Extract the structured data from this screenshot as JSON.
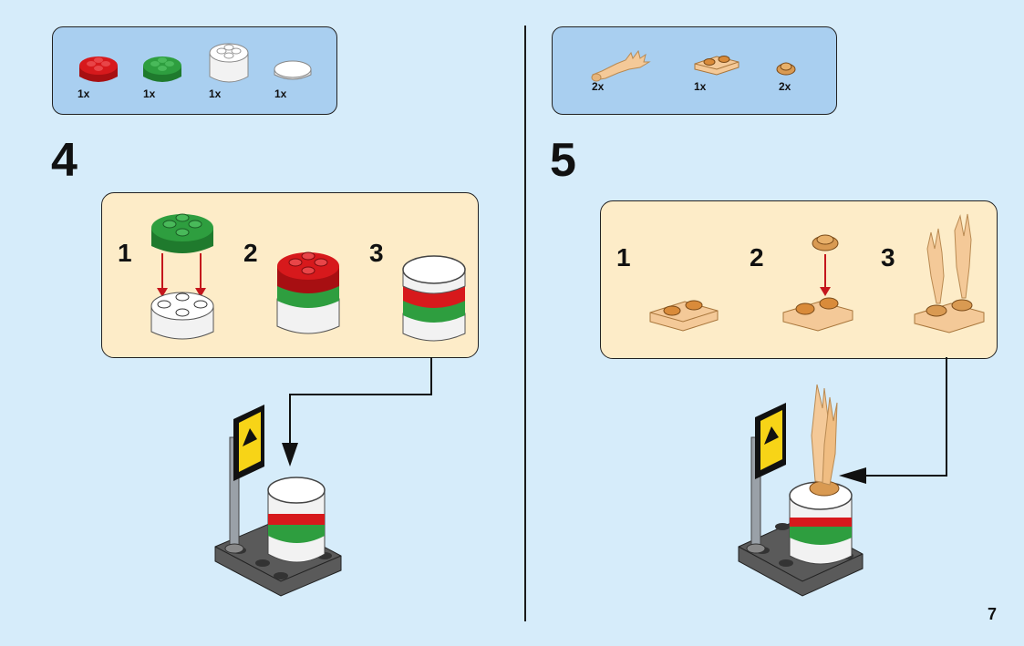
{
  "left_parts": [
    {
      "name": "red-round-brick",
      "color": "#d7191c",
      "qty": "1x"
    },
    {
      "name": "green-round-brick",
      "color": "#2e9e3f",
      "qty": "1x"
    },
    {
      "name": "white-round-brick",
      "color": "#ffffff",
      "qty": "1x"
    },
    {
      "name": "white-round-tile",
      "color": "#ffffff",
      "qty": "1x"
    }
  ],
  "right_parts": [
    {
      "name": "flame-piece",
      "color": "#f4c998",
      "qty": "2x"
    },
    {
      "name": "tan-plate",
      "color": "#f4c998",
      "qty": "1x"
    },
    {
      "name": "gold-round-plate",
      "color": "#d99a52",
      "qty": "2x"
    }
  ],
  "step4": {
    "number": "4",
    "subs": [
      "1",
      "2",
      "3"
    ]
  },
  "step5": {
    "number": "5",
    "subs": [
      "1",
      "2",
      "3"
    ]
  },
  "page_number": "7",
  "colors": {
    "background": "#d6ecfa",
    "parts_box": "#a9cff0",
    "sub_box": "#fdecc8",
    "arrow": "#c4161c"
  }
}
